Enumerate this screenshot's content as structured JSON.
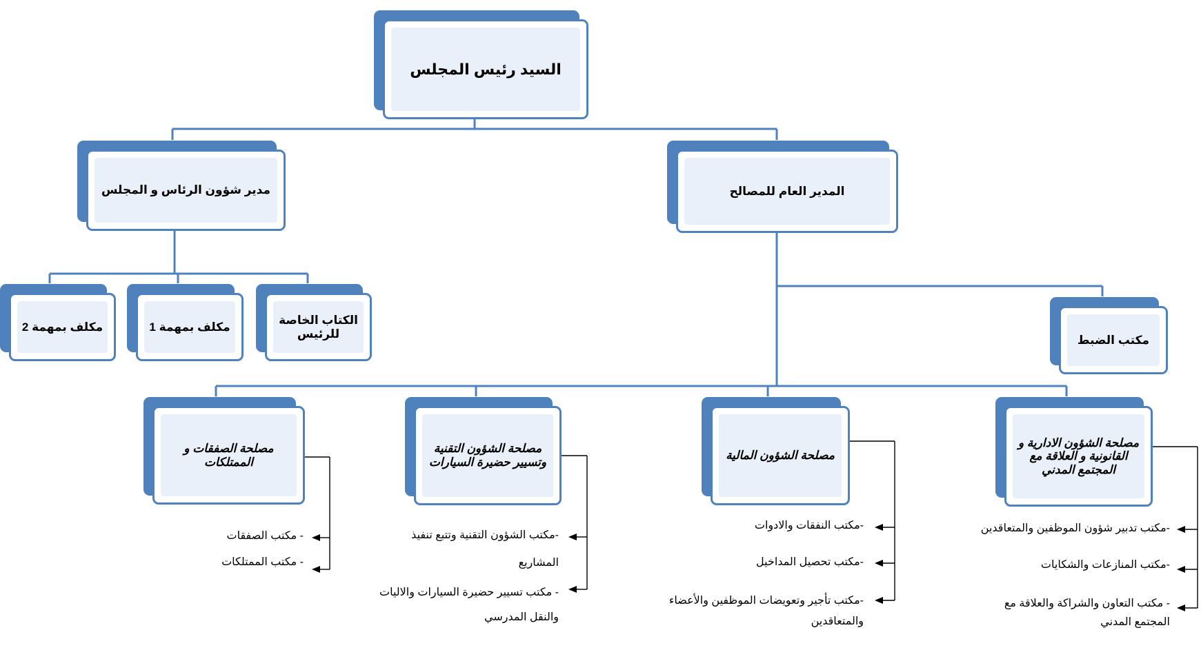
{
  "chairman": "السيد رئيس المجلس",
  "general_director": "المدير العام للمصالح",
  "president_affairs_director": "مدير شؤون الرئاس و المجلس",
  "private_secretariat": "الكتاب الخاصة للرئيس",
  "task_officer_1": "مكلف بمهمة 1",
  "task_officer_2": "مكلف بمهمة 2",
  "control_office": "مكتب الضبط",
  "services": {
    "admin": {
      "title": "مصلحة الشؤون الادارية و القانونية و العلاقة مع المجتمع المدني",
      "offices": [
        "-مكتب تدبير شؤون الموظفين والمتعاقدين",
        "-مكتب المنازعات والشكايات",
        "- مكتب التعاون والشراكة والعلاقة مع المجتمع المدني"
      ]
    },
    "finance": {
      "title": "مصلحة الشؤون المالية",
      "offices": [
        "-مكتب النفقات والادوات",
        "-مكتب تحصيل المداخيل",
        "-مكتب تأجير وتعويضات الموظفين والأعضاء والمتعاقدين"
      ]
    },
    "technical": {
      "title": "مصلحة الشؤون التقنية وتسيير حضيرة السيارات",
      "offices": [
        "-مكتب الشؤون التقنية وتتبع تنفيذ المشاريع",
        "- مكتب تسيير حضيرة السيارات والاليات والنقل المدرسي"
      ]
    },
    "deals": {
      "title": "مصلحة الصفقات و الممتلكات",
      "offices": [
        "- مكتب الصفقات",
        "- مكتب الممتلكات"
      ]
    }
  },
  "colors": {
    "box_border": "#4f81bd",
    "box_fill": "#eaf0f9",
    "line": "#4f81bd"
  }
}
